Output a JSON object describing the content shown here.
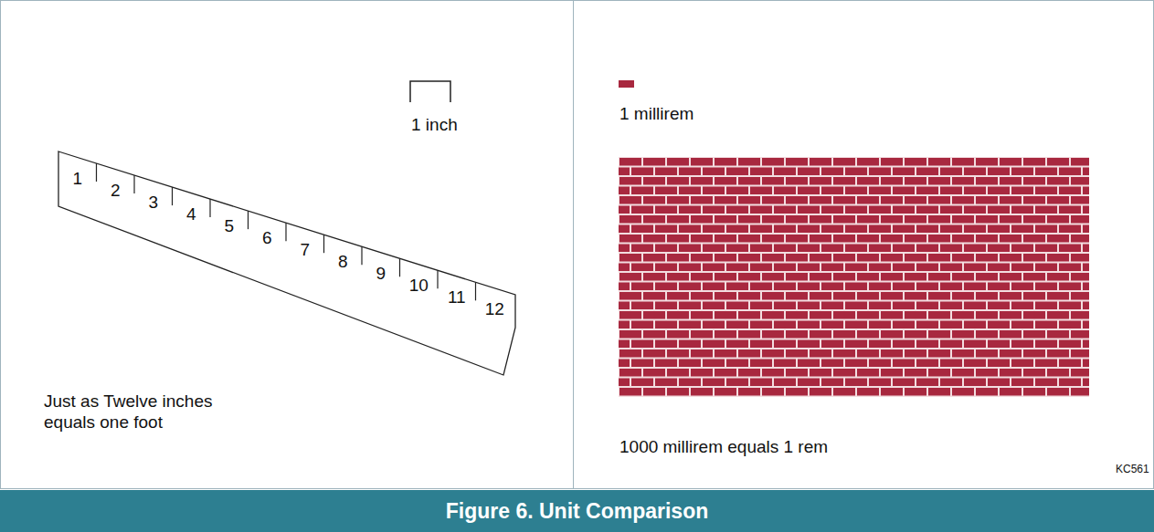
{
  "diagram": {
    "title": "Figure 6. Unit Comparison",
    "nodes": [
      {
        "text": [
          "1 inch",
          "Just as Twelve inches equals one foot"
        ]
      },
      {
        "text": [
          "1",
          "2",
          "3",
          "4",
          "5",
          "6",
          "7",
          "8",
          "9",
          "10",
          "11",
          "12"
        ],
        "in": 0
      },
      {
        "text": [
          "1 millirem",
          "1000 millirem equals 1 rem"
        ]
      }
    ],
    "labels": [
      "KC561"
    ]
  }
}
